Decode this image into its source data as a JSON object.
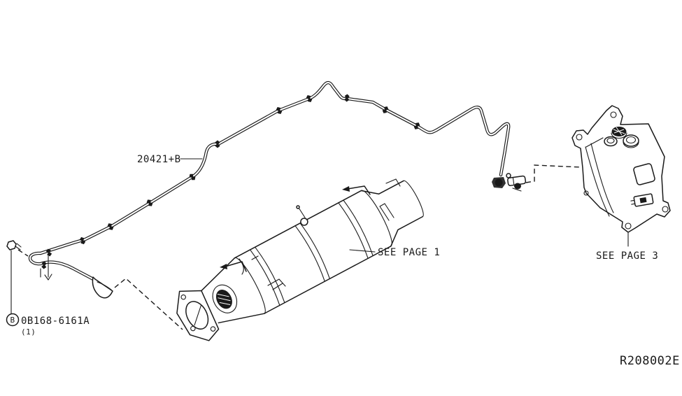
{
  "diagram": {
    "labels": {
      "tube_part": "20421+B",
      "muffler_ref": "SEE PAGE 1",
      "tank_ref": "SEE PAGE 3",
      "callout_letter": "B",
      "callout_part": "0B168-6161A",
      "callout_qty": "(1)"
    },
    "drawing_number": "R208002E",
    "colors": {
      "ink": "#1a1a1a",
      "background": "#ffffff"
    }
  }
}
